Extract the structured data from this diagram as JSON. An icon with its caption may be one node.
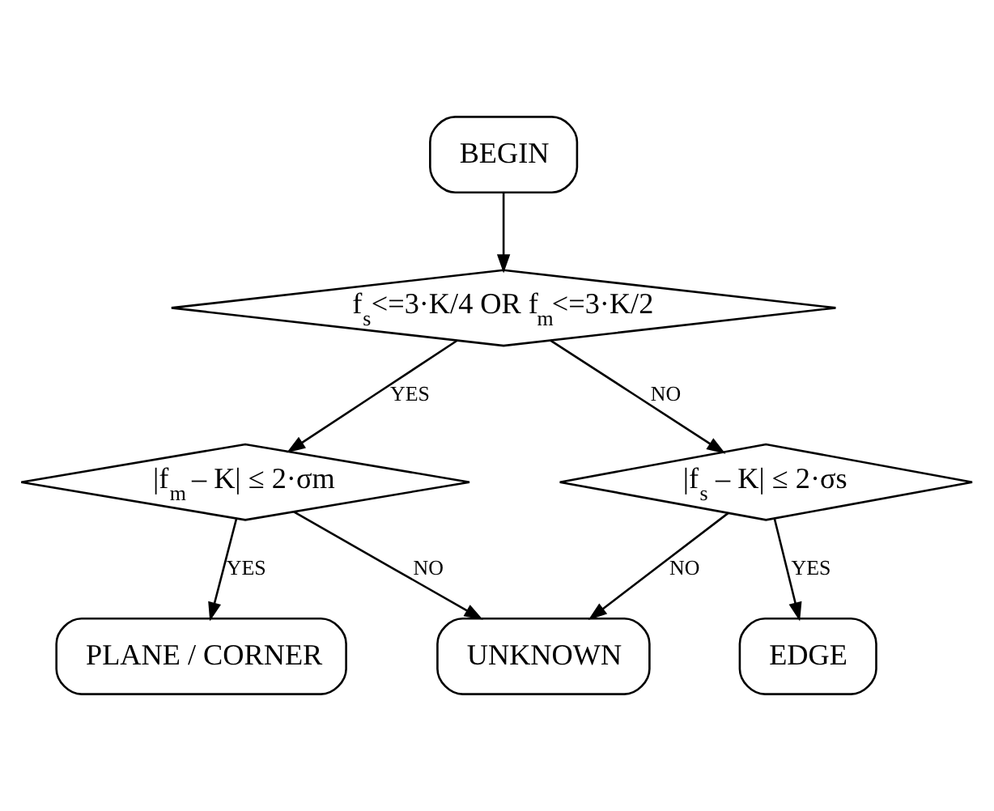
{
  "diagram": {
    "nodes": [
      {
        "text": [
          "BEGIN"
        ]
      },
      {
        "text": [
          "f$_{s}$<=3·K/4 OR f$_{m}$<=3·K/2"
        ]
      },
      {
        "text": [
          "|f$_{m}$ – K| ≤ 2·σm"
        ]
      },
      {
        "text": [
          "|f$_{s}$ – K| ≤ 2·σs"
        ]
      },
      {
        "text": [
          "PLANE / CORNER"
        ]
      },
      {
        "text": [
          "UNKNOWN"
        ]
      },
      {
        "text": [
          "EDGE"
        ]
      }
    ],
    "edges": [
      {
        "from": 0,
        "to": 1,
        "arrow": "to"
      },
      {
        "from": 1,
        "to": 2,
        "arrow": "to",
        "label": "YES"
      },
      {
        "from": 1,
        "to": 3,
        "arrow": "to",
        "label": "NO"
      },
      {
        "from": 2,
        "to": 4,
        "arrow": "to",
        "label": "YES"
      },
      {
        "from": 2,
        "to": 5,
        "arrow": "to",
        "label": "NO"
      },
      {
        "from": 3,
        "to": 5,
        "arrow": "to",
        "label": "NO"
      },
      {
        "from": 3,
        "to": 6,
        "arrow": "to",
        "label": "YES"
      }
    ]
  }
}
